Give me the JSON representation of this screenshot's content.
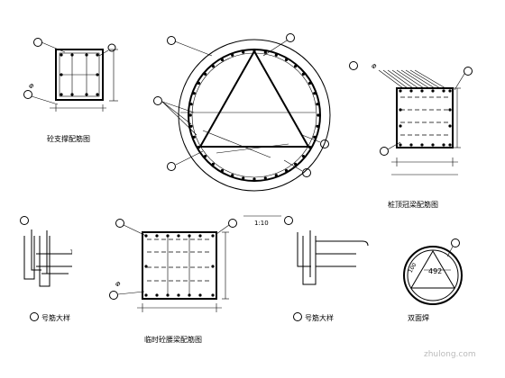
{
  "labels": {
    "brace_section": "砼支撑配筋图",
    "pile_cap_beam": "桩顶冠梁配筋图",
    "temp_concrete_beam": "临时砼腰梁配筋图",
    "detail_left": "号筋大样",
    "detail_right": "号筋大样",
    "double_lap": "双面焊"
  },
  "annotations": {
    "scale": "1:10",
    "phi_1": "Φ",
    "phi_2": "Φ",
    "phi_3": "Φ",
    "dim_492": "492",
    "dim_100": "100"
  },
  "watermark": "zhulong.com"
}
